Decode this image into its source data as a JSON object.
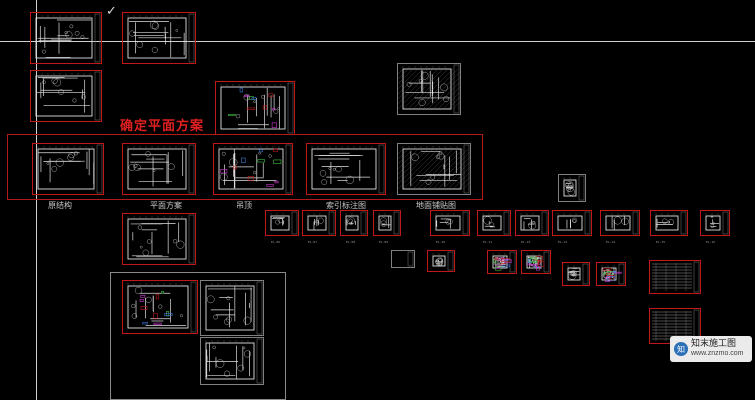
{
  "heading": "确定平面方案",
  "labels": {
    "original": "原结构",
    "plan": "平面方案",
    "ceiling": "吊顶",
    "index": "索引标注图",
    "floor": "地面铺贴图"
  },
  "check_glyph": "✓",
  "small_sheet_labels": [
    "EL-06",
    "EL-07",
    "EL-08",
    "EL-09",
    "EL-10",
    "EL-11",
    "EL-12",
    "EL-13",
    "EL-14",
    "EL-15",
    "EL-16",
    "EL-17",
    "EL-18"
  ],
  "watermark": {
    "logo": "知",
    "name": "知末施工图",
    "url": "www.znzmo.com"
  },
  "colors": {
    "background": "#000000",
    "frame_red": "#c01818",
    "heading_red": "#e02020",
    "line_white": "#e0e0e0",
    "accent_blue": "#3a7ad8",
    "accent_green": "#3fbf3f",
    "accent_magenta": "#d23ad2"
  }
}
